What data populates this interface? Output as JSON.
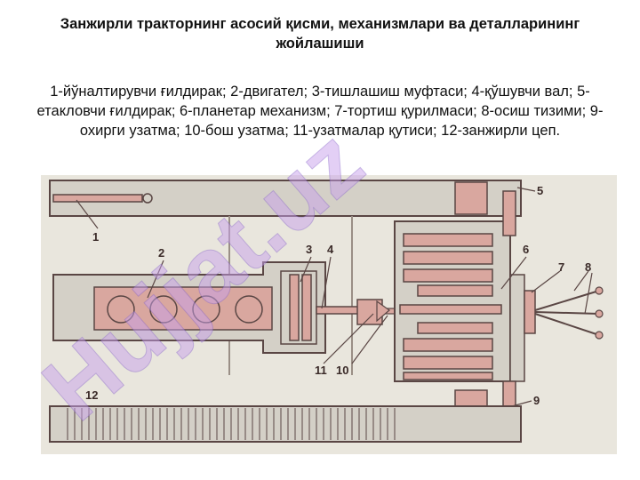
{
  "title": "Занжирли тракторнинг асосий қисми, механизмлари ва деталларининг жойлашиши",
  "caption": "1-йўналтирувчи ғилдирак; 2-двигател; 3-тишлашиш муфтаси; 4-қўшувчи вал; 5-етакловчи ғилдирак; 6-планетар механизм; 7-тортиш қурилмаси; 8-осиш тизими; 9-охирги узатма; 10-бош узатма; 11-узатмалар қутиси; 12-занжирли цеп.",
  "callouts": [
    "1",
    "2",
    "3",
    "4",
    "5",
    "6",
    "7",
    "8",
    "9",
    "10",
    "11",
    "12"
  ],
  "watermark": "Hujjat.uz",
  "colors": {
    "background": "#e9e6dd",
    "housing": "#d4d0c7",
    "part": "#d9a79f",
    "outline": "#5a4644",
    "watermark": "#c8a0ec"
  }
}
